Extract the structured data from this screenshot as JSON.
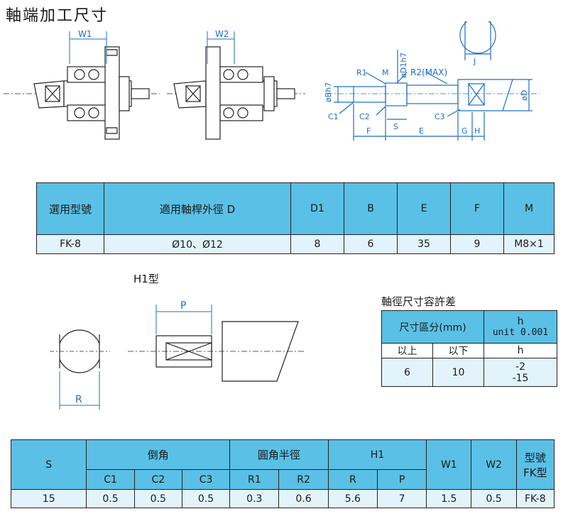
{
  "title": "軸端加工尺寸",
  "drawing_labels": {
    "w1": "W1",
    "w2": "W2",
    "j": "J",
    "r1": "R1",
    "m": "M",
    "d1h7": "øD1h7",
    "r2max": "R2(MAX)",
    "bh7": "øBh7",
    "d": "øD",
    "c1": "C1",
    "c2": "C2",
    "s": "S",
    "c3": "C3",
    "f": "F",
    "e": "E",
    "g": "G",
    "h": "H",
    "h1_type": "H1型",
    "p": "P",
    "r": "R"
  },
  "table1": {
    "headers": [
      "選用型號",
      "適用軸桿外徑 D",
      "D1",
      "B",
      "E",
      "F",
      "M"
    ],
    "row": [
      "FK-8",
      "Ø10、Ø12",
      "8",
      "6",
      "35",
      "9",
      "M8×1"
    ]
  },
  "tolerance": {
    "title": "軸徑尺寸容許差",
    "size_zone": "尺寸區分(mm)",
    "h_head": "h",
    "unit": "unit 0.001",
    "above": "以上",
    "below": "以下",
    "h_sub": "h",
    "v_above": "6",
    "v_below": "10",
    "v_upper": "-2",
    "v_lower": "-15"
  },
  "table2": {
    "s": "S",
    "chamfer": "倒角",
    "fillet": "圓角半徑",
    "h1": "H1",
    "w1": "W1",
    "w2": "W2",
    "model": "型號",
    "model_type": "FK型",
    "sub": [
      "C1",
      "C2",
      "C3",
      "R1",
      "R2",
      "R",
      "P"
    ],
    "values": [
      "15",
      "0.5",
      "0.5",
      "0.5",
      "0.3",
      "0.6",
      "5.6",
      "7",
      "1.5",
      "0.5",
      "FK-8"
    ]
  },
  "colors": {
    "header": "#5bc0e6",
    "value_row": "#e3f3fb",
    "dimension": "#1c6fc4"
  }
}
